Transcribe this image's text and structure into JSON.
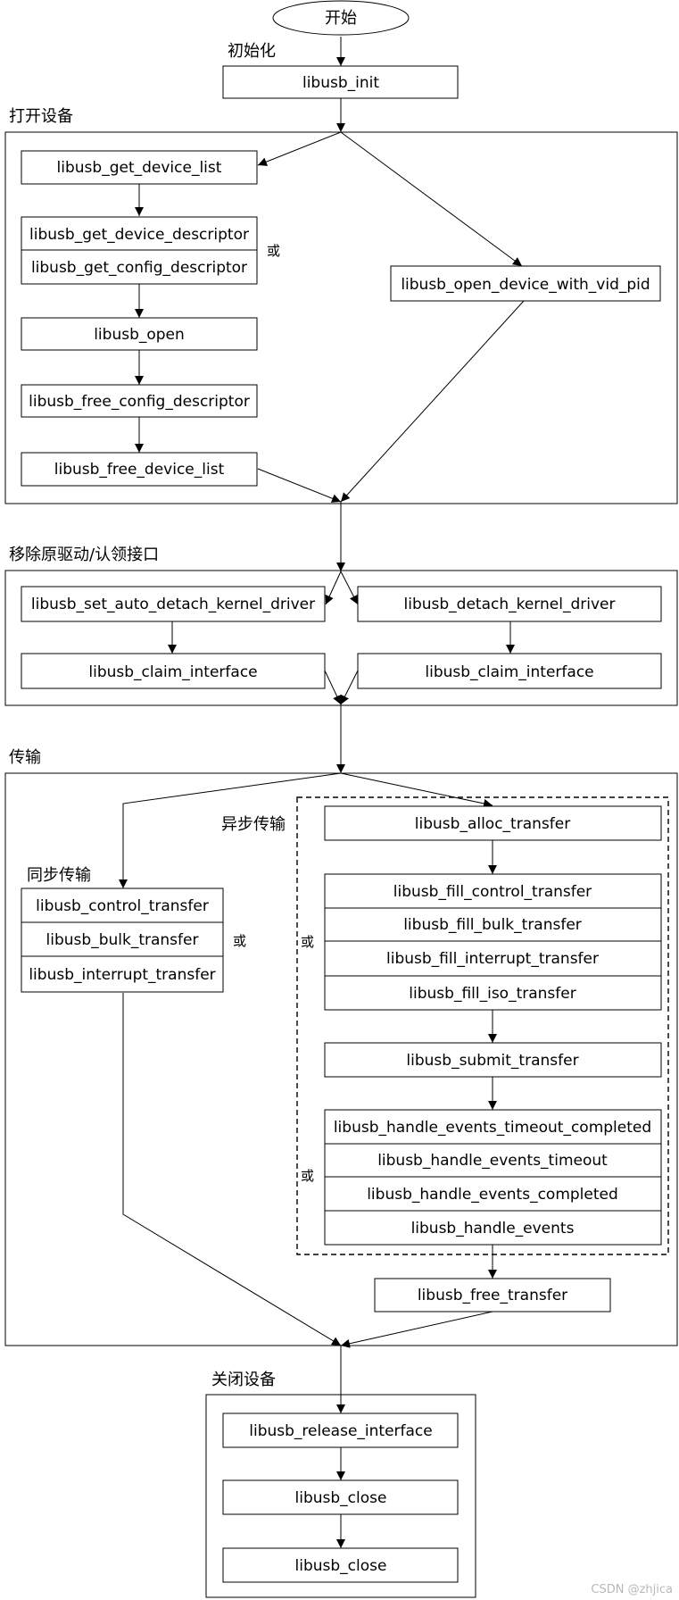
{
  "start": "开始",
  "sections": {
    "init": "初始化",
    "open": "打开设备",
    "detach": "移除原驱动/认领接口",
    "transfer": "传输",
    "sync": "同步传输",
    "async": "异步传输",
    "close": "关闭设备"
  },
  "or_label": "或",
  "nodes": {
    "init": "libusb_init",
    "get_device_list": "libusb_get_device_list",
    "get_device_descriptor": "libusb_get_device_descriptor",
    "get_config_descriptor": "libusb_get_config_descriptor",
    "open": "libusb_open",
    "free_config_descriptor": "libusb_free_config_descriptor",
    "free_device_list": "libusb_free_device_list",
    "open_device_with_vid_pid": "libusb_open_device_with_vid_pid",
    "set_auto_detach_kernel_driver": "libusb_set_auto_detach_kernel_driver",
    "detach_kernel_driver": "libusb_detach_kernel_driver",
    "claim_interface_left": "libusb_claim_interface",
    "claim_interface_right": "libusb_claim_interface",
    "control_transfer": "libusb_control_transfer",
    "bulk_transfer": "libusb_bulk_transfer",
    "interrupt_transfer": "libusb_interrupt_transfer",
    "alloc_transfer": "libusb_alloc_transfer",
    "fill_control_transfer": "libusb_fill_control_transfer",
    "fill_bulk_transfer": "libusb_fill_bulk_transfer",
    "fill_interrupt_transfer": "libusb_fill_interrupt_transfer",
    "fill_iso_transfer": "libusb_fill_iso_transfer",
    "submit_transfer": "libusb_submit_transfer",
    "handle_events_timeout_completed": "libusb_handle_events_timeout_completed",
    "handle_events_timeout": "libusb_handle_events_timeout",
    "handle_events_completed": "libusb_handle_events_completed",
    "handle_events": "libusb_handle_events",
    "free_transfer": "libusb_free_transfer",
    "release_interface": "libusb_release_interface",
    "close_1": "libusb_close",
    "close_2": "libusb_close"
  },
  "watermark": "CSDN @zhjica"
}
